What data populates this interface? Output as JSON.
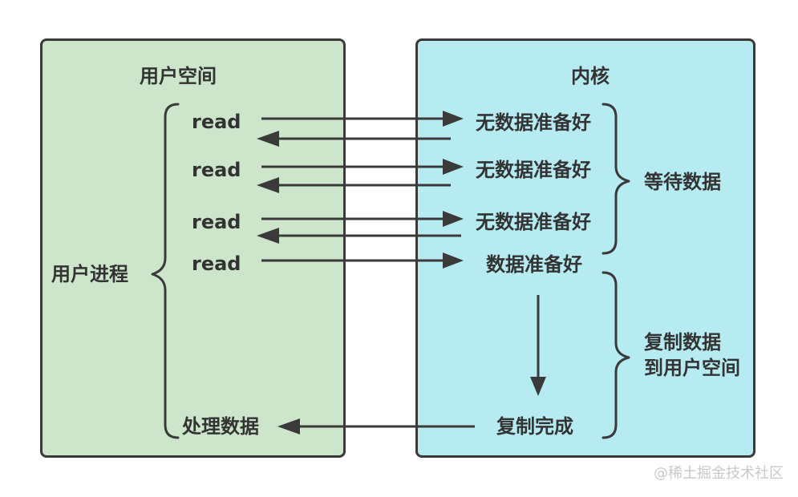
{
  "user_space": {
    "title": "用户空间",
    "process_label": "用户进程",
    "reads": [
      "read",
      "read",
      "read",
      "read"
    ],
    "handle_label": "处理数据"
  },
  "kernel": {
    "title": "内核",
    "not_ready": [
      "无数据准备好",
      "无数据准备好",
      "无数据准备好"
    ],
    "ready": "数据准备好",
    "copy_done": "复制完成",
    "wait_label": "等待数据",
    "copy_label_line1": "复制数据",
    "copy_label_line2": "到用户空间"
  },
  "watermark": "@稀土掘金技术社区",
  "colors": {
    "user_bg": "#cde6cb",
    "kernel_bg": "#b6ebf2",
    "stroke": "#3a3a3a",
    "text": "#333333"
  }
}
